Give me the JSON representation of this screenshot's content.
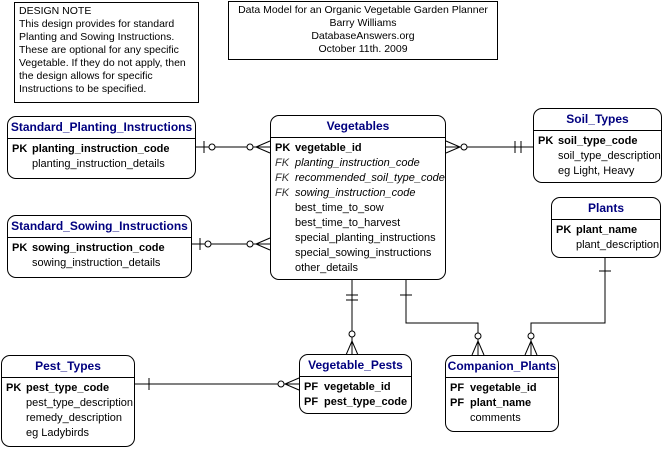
{
  "design_note": {
    "lines": [
      "DESIGN NOTE",
      "This design provides for standard",
      "Planting and Sowing Instructions.",
      "These are optional for any specific",
      "Vegetable. If they do not apply, then",
      "the design allows for specific",
      "Instructions to be specified."
    ]
  },
  "title_box": {
    "lines": [
      "Data Model for an Organic Vegetable Garden Planner",
      "Barry Williams",
      "DatabaseAnswers.org",
      "October 11th. 2009"
    ]
  },
  "entities": {
    "standard_planting": {
      "name": "Standard_Planting_Instructions",
      "keys": [
        {
          "tag": "PK",
          "name": "planting_instruction_code"
        }
      ],
      "attrs": [
        "planting_instruction_details"
      ]
    },
    "standard_sowing": {
      "name": "Standard_Sowing_Instructions",
      "keys": [
        {
          "tag": "PK",
          "name": "sowing_instruction_code"
        }
      ],
      "attrs": [
        "sowing_instruction_details"
      ]
    },
    "vegetables": {
      "name": "Vegetables",
      "keys": [
        {
          "tag": "PK",
          "name": "vegetable_id"
        },
        {
          "tag": "FK",
          "name": "planting_instruction_code"
        },
        {
          "tag": "FK",
          "name": "recommended_soil_type_code"
        },
        {
          "tag": "FK",
          "name": "sowing_instruction_code"
        }
      ],
      "attrs": [
        "best_time_to_sow",
        "best_time_to_harvest",
        "special_planting_instructions",
        "special_sowing_instructions",
        "other_details"
      ]
    },
    "soil_types": {
      "name": "Soil_Types",
      "keys": [
        {
          "tag": "PK",
          "name": "soil_type_code"
        }
      ],
      "attrs": [
        "soil_type_description",
        "eg Light, Heavy"
      ]
    },
    "plants": {
      "name": "Plants",
      "keys": [
        {
          "tag": "PK",
          "name": "plant_name"
        }
      ],
      "attrs": [
        "plant_description"
      ]
    },
    "pest_types": {
      "name": "Pest_Types",
      "keys": [
        {
          "tag": "PK",
          "name": "pest_type_code"
        }
      ],
      "attrs": [
        "pest_type_description",
        "remedy_description",
        "eg Ladybirds"
      ]
    },
    "vegetable_pests": {
      "name": "Vegetable_Pests",
      "keys": [
        {
          "tag": "PF",
          "name": "vegetable_id"
        },
        {
          "tag": "PF",
          "name": "pest_type_code"
        }
      ],
      "attrs": []
    },
    "companion_plants": {
      "name": "Companion_Plants",
      "keys": [
        {
          "tag": "PF",
          "name": "vegetable_id"
        },
        {
          "tag": "PF",
          "name": "plant_name"
        }
      ],
      "attrs": [
        "comments"
      ]
    }
  },
  "colors": {
    "header_text": "#00007f",
    "border": "#000000",
    "background": "#ffffff"
  }
}
